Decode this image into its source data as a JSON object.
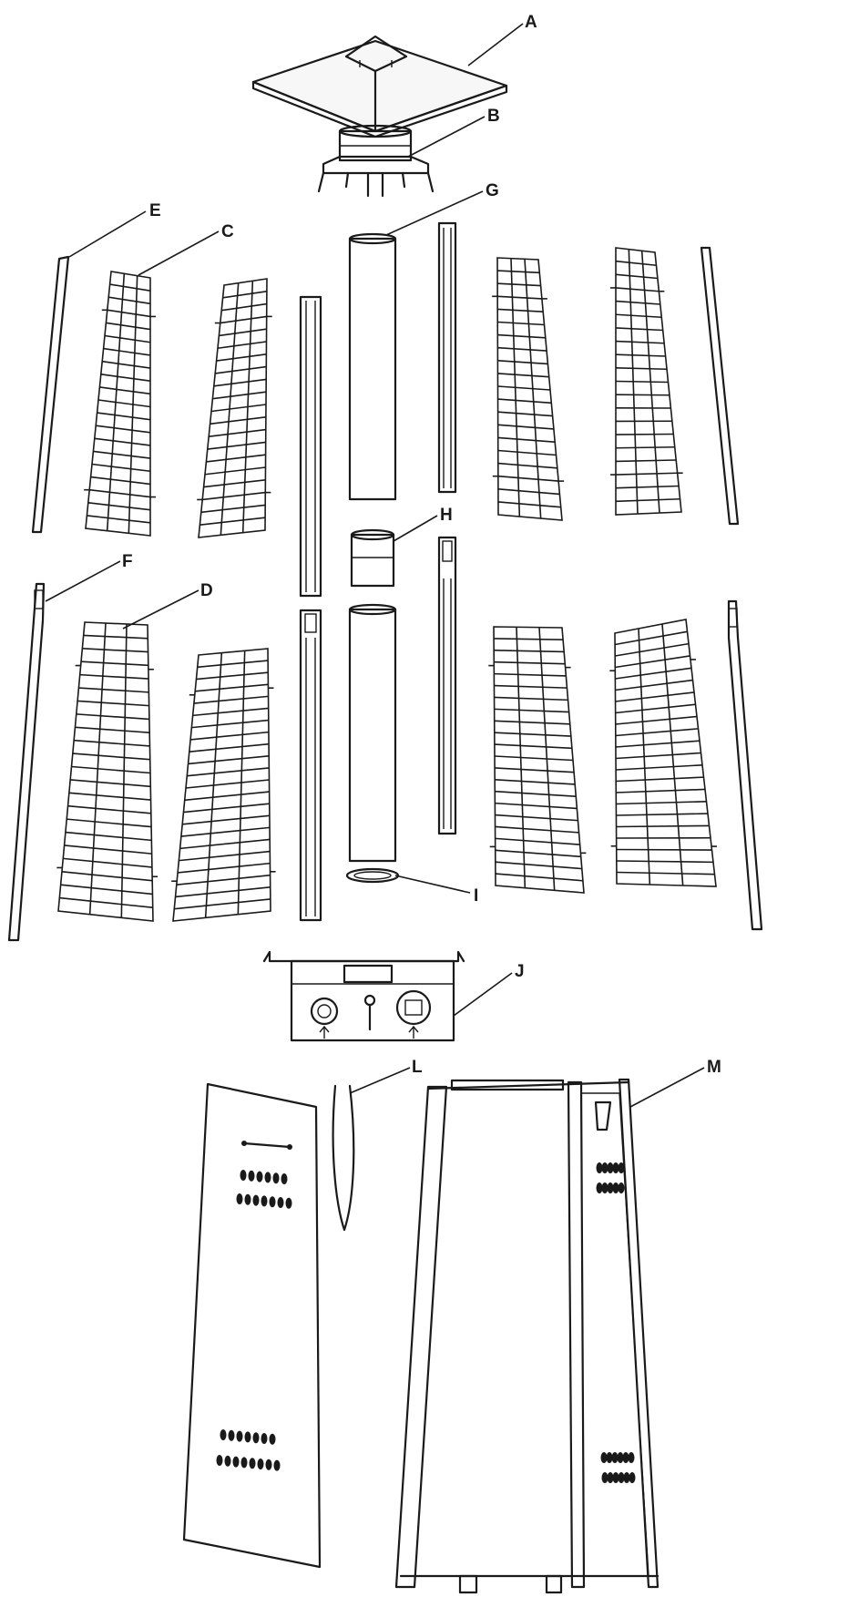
{
  "diagram": {
    "labels": {
      "A": "A",
      "B": "B",
      "C": "C",
      "D": "D",
      "E": "E",
      "F": "F",
      "G": "G",
      "H": "H",
      "I": "I",
      "J": "J",
      "L": "L",
      "M": "M"
    }
  }
}
